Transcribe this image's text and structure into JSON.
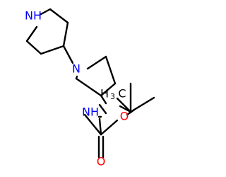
{
  "molecule": {
    "atoms": {
      "nh_top": {
        "text": "NH",
        "color": "#0000ff"
      },
      "n_pyrrolidine": {
        "text": "N",
        "color": "#0000ff"
      },
      "ch3_h": {
        "text": "H",
        "color": "#000000"
      },
      "ch3_sub": {
        "text": "3",
        "color": "#000000"
      },
      "ch3_c": {
        "text": "C",
        "color": "#000000"
      },
      "nh_carbamate": {
        "text": "NH",
        "color": "#0000ff"
      },
      "o_ester": {
        "text": "O",
        "color": "#ff0000"
      },
      "o_carbonyl": {
        "text": "O",
        "color": "#ff0000"
      }
    },
    "colors": {
      "bond": "#000000",
      "nitrogen": "#0000ff",
      "oxygen": "#ff0000"
    }
  }
}
